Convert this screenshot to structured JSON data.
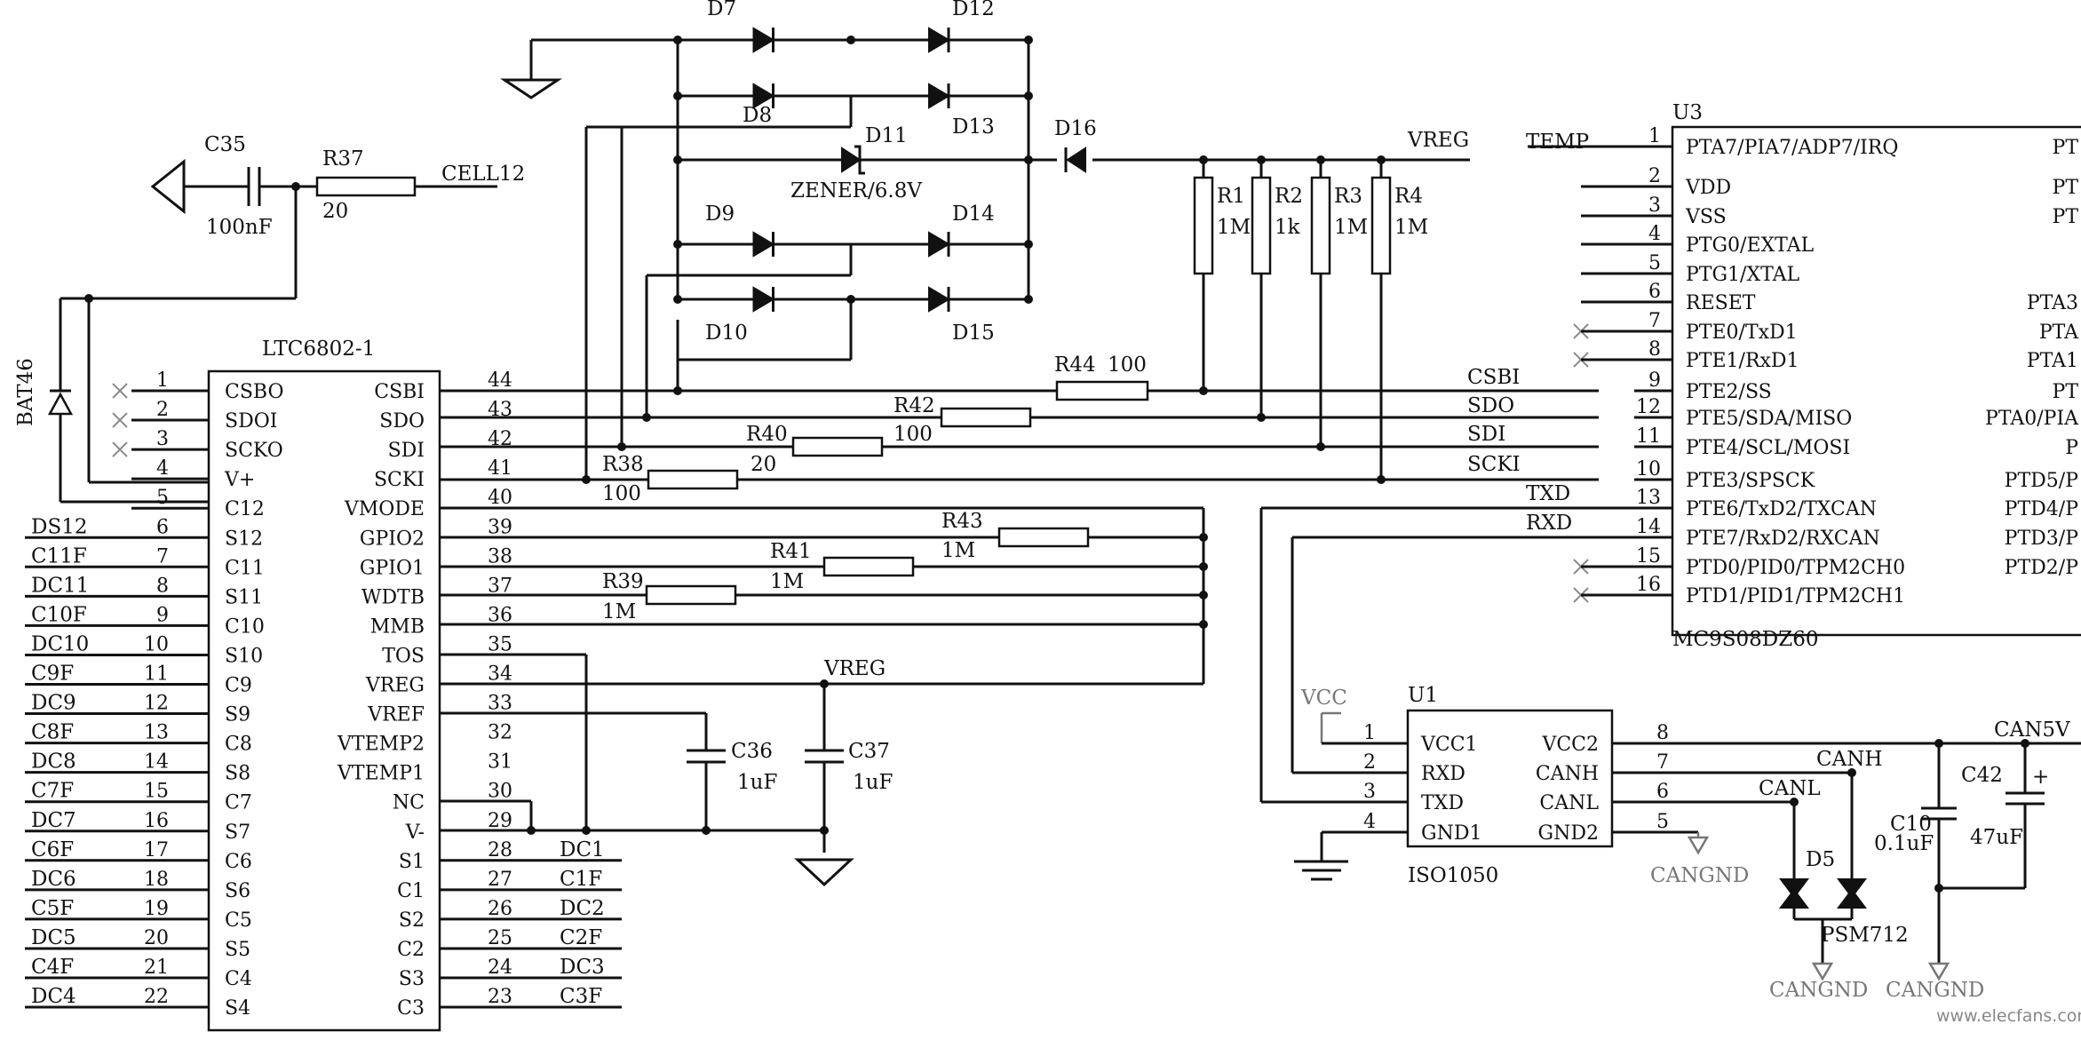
{
  "chips": {
    "ltc": {
      "name": "LTC6802-1",
      "left": [
        {
          "num": "1",
          "pin": "CSBO"
        },
        {
          "num": "2",
          "pin": "SDOI"
        },
        {
          "num": "3",
          "pin": "SCKO"
        },
        {
          "num": "4",
          "pin": "V+"
        },
        {
          "num": "5",
          "pin": "C12"
        },
        {
          "num": "6",
          "pin": "S12"
        },
        {
          "num": "7",
          "pin": "C11"
        },
        {
          "num": "8",
          "pin": "S11"
        },
        {
          "num": "9",
          "pin": "C10"
        },
        {
          "num": "10",
          "pin": "S10"
        },
        {
          "num": "11",
          "pin": "C9"
        },
        {
          "num": "12",
          "pin": "S9"
        },
        {
          "num": "13",
          "pin": "C8"
        },
        {
          "num": "14",
          "pin": "S8"
        },
        {
          "num": "15",
          "pin": "C7"
        },
        {
          "num": "16",
          "pin": "S7"
        },
        {
          "num": "17",
          "pin": "C6"
        },
        {
          "num": "18",
          "pin": "S6"
        },
        {
          "num": "19",
          "pin": "C5"
        },
        {
          "num": "20",
          "pin": "S5"
        },
        {
          "num": "21",
          "pin": "C4"
        },
        {
          "num": "22",
          "pin": "S4"
        }
      ],
      "right": [
        {
          "num": "44",
          "pin": "CSBI"
        },
        {
          "num": "43",
          "pin": "SDO"
        },
        {
          "num": "42",
          "pin": "SDI"
        },
        {
          "num": "41",
          "pin": "SCKI"
        },
        {
          "num": "40",
          "pin": "VMODE"
        },
        {
          "num": "39",
          "pin": "GPIO2"
        },
        {
          "num": "38",
          "pin": "GPIO1"
        },
        {
          "num": "37",
          "pin": "WDTB"
        },
        {
          "num": "36",
          "pin": "MMB"
        },
        {
          "num": "35",
          "pin": "TOS"
        },
        {
          "num": "34",
          "pin": "VREG"
        },
        {
          "num": "33",
          "pin": "VREF"
        },
        {
          "num": "32",
          "pin": "VTEMP2"
        },
        {
          "num": "31",
          "pin": "VTEMP1"
        },
        {
          "num": "30",
          "pin": "NC"
        },
        {
          "num": "29",
          "pin": "V-"
        },
        {
          "num": "28",
          "pin": "S1"
        },
        {
          "num": "27",
          "pin": "C1"
        },
        {
          "num": "26",
          "pin": "S2"
        },
        {
          "num": "25",
          "pin": "C2"
        },
        {
          "num": "24",
          "pin": "S3"
        },
        {
          "num": "23",
          "pin": "C3"
        }
      ]
    },
    "mcu": {
      "ref": "U3",
      "name": "MC9S08DZ60",
      "left": [
        {
          "num": "1",
          "pin": "PTA7/PIA7/ADP7/IRQ"
        },
        {
          "num": "2",
          "pin": "VDD"
        },
        {
          "num": "3",
          "pin": "VSS"
        },
        {
          "num": "4",
          "pin": "PTG0/EXTAL"
        },
        {
          "num": "5",
          "pin": "PTG1/XTAL"
        },
        {
          "num": "6",
          "pin": "RESET"
        },
        {
          "num": "7",
          "pin": "PTE0/TxD1"
        },
        {
          "num": "8",
          "pin": "PTE1/RxD1"
        },
        {
          "num": "9",
          "pin": "PTE2/SS"
        },
        {
          "num": "12",
          "pin": "PTE5/SDA/MISO"
        },
        {
          "num": "11",
          "pin": "PTE4/SCL/MOSI"
        },
        {
          "num": "10",
          "pin": "PTE3/SPSCK"
        },
        {
          "num": "13",
          "pin": "PTE6/TxD2/TXCAN"
        },
        {
          "num": "14",
          "pin": "PTE7/RxD2/RXCAN"
        },
        {
          "num": "15",
          "pin": "PTD0/PID0/TPM2CH0"
        },
        {
          "num": "16",
          "pin": "PTD1/PID1/TPM2CH1"
        }
      ],
      "right_clipped": [
        "PT",
        "PT",
        "PT",
        "",
        "",
        "PTA3",
        "PTA",
        "PTA1",
        "PT",
        "PTA0/PIA",
        "P",
        "PTD5/P",
        "PTD4/P",
        "PTD3/P",
        "PTD2/P"
      ]
    },
    "can": {
      "ref": "U1",
      "name": "ISO1050",
      "left": [
        {
          "num": "1",
          "pin": "VCC1"
        },
        {
          "num": "2",
          "pin": "RXD"
        },
        {
          "num": "3",
          "pin": "TXD"
        },
        {
          "num": "4",
          "pin": "GND1"
        }
      ],
      "right": [
        {
          "num": "8",
          "pin": "VCC2"
        },
        {
          "num": "7",
          "pin": "CANH"
        },
        {
          "num": "6",
          "pin": "CANL"
        },
        {
          "num": "5",
          "pin": "GND2"
        }
      ]
    }
  },
  "cells": [
    "DS12",
    "C11F",
    "DC11",
    "C10F",
    "DC10",
    "C9F",
    "DC9",
    "C8F",
    "DC8",
    "C7F",
    "DC7",
    "C6F",
    "DC6",
    "C5F",
    "DC5",
    "C4F",
    "DC4"
  ],
  "right_nets": [
    "DC1",
    "C1F",
    "DC2",
    "C2F",
    "DC3",
    "C3F"
  ],
  "components": {
    "c35": {
      "ref": "C35",
      "value": "100nF"
    },
    "r37": {
      "ref": "R37",
      "value": "20",
      "net": "CELL12"
    },
    "bat46": "BAT46",
    "diodes": {
      "d7": "D7",
      "d8": "D8",
      "d9": "D9",
      "d10": "D10",
      "d11": "D11",
      "d12": "D12",
      "d13": "D13",
      "d14": "D14",
      "d15": "D15",
      "d16": "D16"
    },
    "zener": "ZENER/6.8V",
    "r1": {
      "ref": "R1",
      "value": "1M"
    },
    "r2": {
      "ref": "R2",
      "value": "1k"
    },
    "r3": {
      "ref": "R3",
      "value": "1M"
    },
    "r4": {
      "ref": "R4",
      "value": "1M"
    },
    "r44": {
      "ref": "R44",
      "value": "100"
    },
    "r42": {
      "ref": "R42",
      "value": "100"
    },
    "r40": {
      "ref": "R40",
      "value": "20"
    },
    "r38": {
      "ref": "R38",
      "value": "100"
    },
    "r43": {
      "ref": "R43",
      "value": "1M"
    },
    "r41": {
      "ref": "R41",
      "value": "1M"
    },
    "r39": {
      "ref": "R39",
      "value": "1M"
    },
    "c36": {
      "ref": "C36",
      "value": "1uF"
    },
    "c37": {
      "ref": "C37",
      "value": "1uF"
    },
    "c10": {
      "ref": "C10",
      "value": "0.1uF"
    },
    "c42": {
      "ref": "C42",
      "value": "47uF",
      "polarity": "+"
    },
    "d5": {
      "ref": "D5",
      "part": "PSM712"
    }
  },
  "nets": {
    "vreg": "VREG",
    "temp": "TEMP",
    "csbi": "CSBI",
    "sdo": "SDO",
    "sdi": "SDI",
    "scki": "SCKI",
    "txd": "TXD",
    "rxd": "RXD",
    "vcc": "VCC",
    "can5v": "CAN5V",
    "canh": "CANH",
    "canl": "CANL",
    "cangnd": "CANGND"
  },
  "watermark": "www.elecfans.com"
}
